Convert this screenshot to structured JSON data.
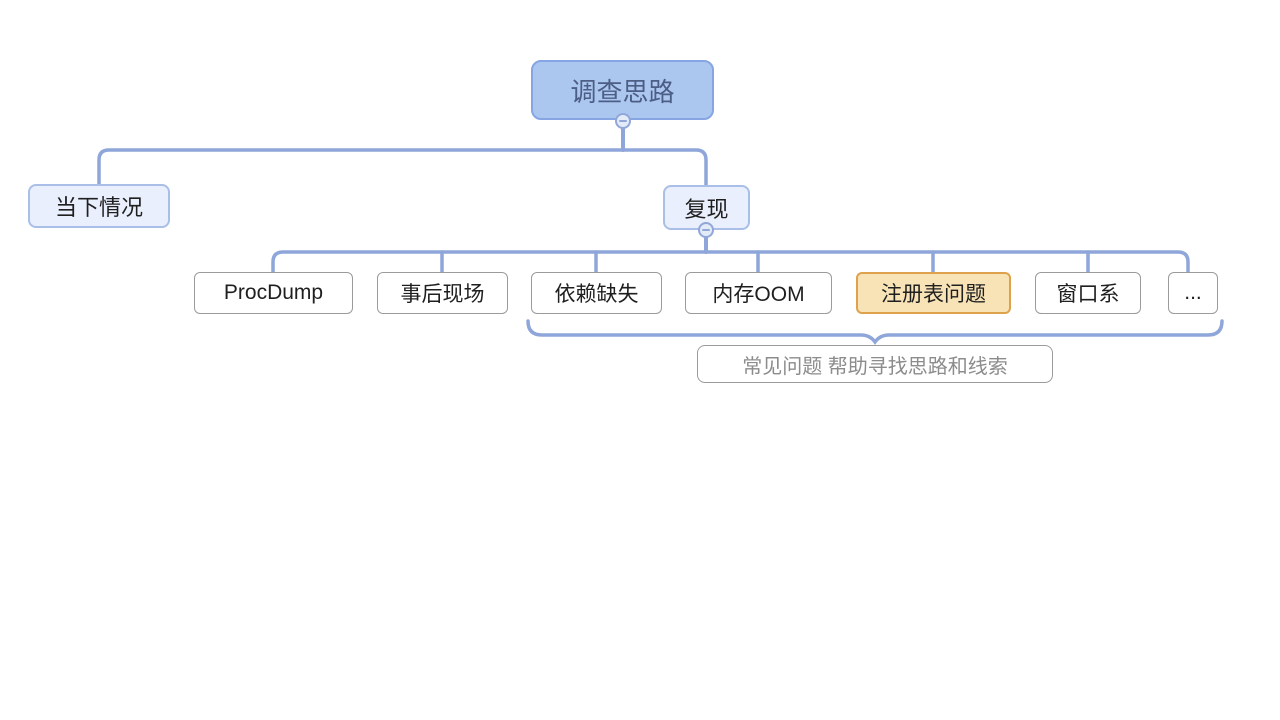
{
  "canvas": {
    "background": "#ffffff"
  },
  "colors": {
    "root_fill": "#abc7f0",
    "root_border": "#86a5e2",
    "root_text": "#4d5e85",
    "branch_fill": "#e9effc",
    "branch_border": "#a9bfe8",
    "leaf_fill": "#ffffff",
    "leaf_border": "#9b9b9b",
    "leaf_text": "#1f1f1f",
    "highlight_fill": "#f8e3b7",
    "highlight_border": "#dfa24c",
    "connector": "#8fa6da",
    "summary_text": "#8c8c8c"
  },
  "mindmap": {
    "root": {
      "label": "调查思路"
    },
    "branches": [
      {
        "label": "当下情况"
      },
      {
        "label": "复现"
      }
    ],
    "leaves": [
      {
        "label": "ProcDump"
      },
      {
        "label": "事后现场"
      },
      {
        "label": "依赖缺失"
      },
      {
        "label": "内存OOM"
      },
      {
        "label": "注册表问题",
        "highlighted": true
      },
      {
        "label": "窗口系"
      },
      {
        "label": "..."
      }
    ],
    "summary": {
      "label": "常见问题 帮助寻找思路和线索"
    }
  }
}
